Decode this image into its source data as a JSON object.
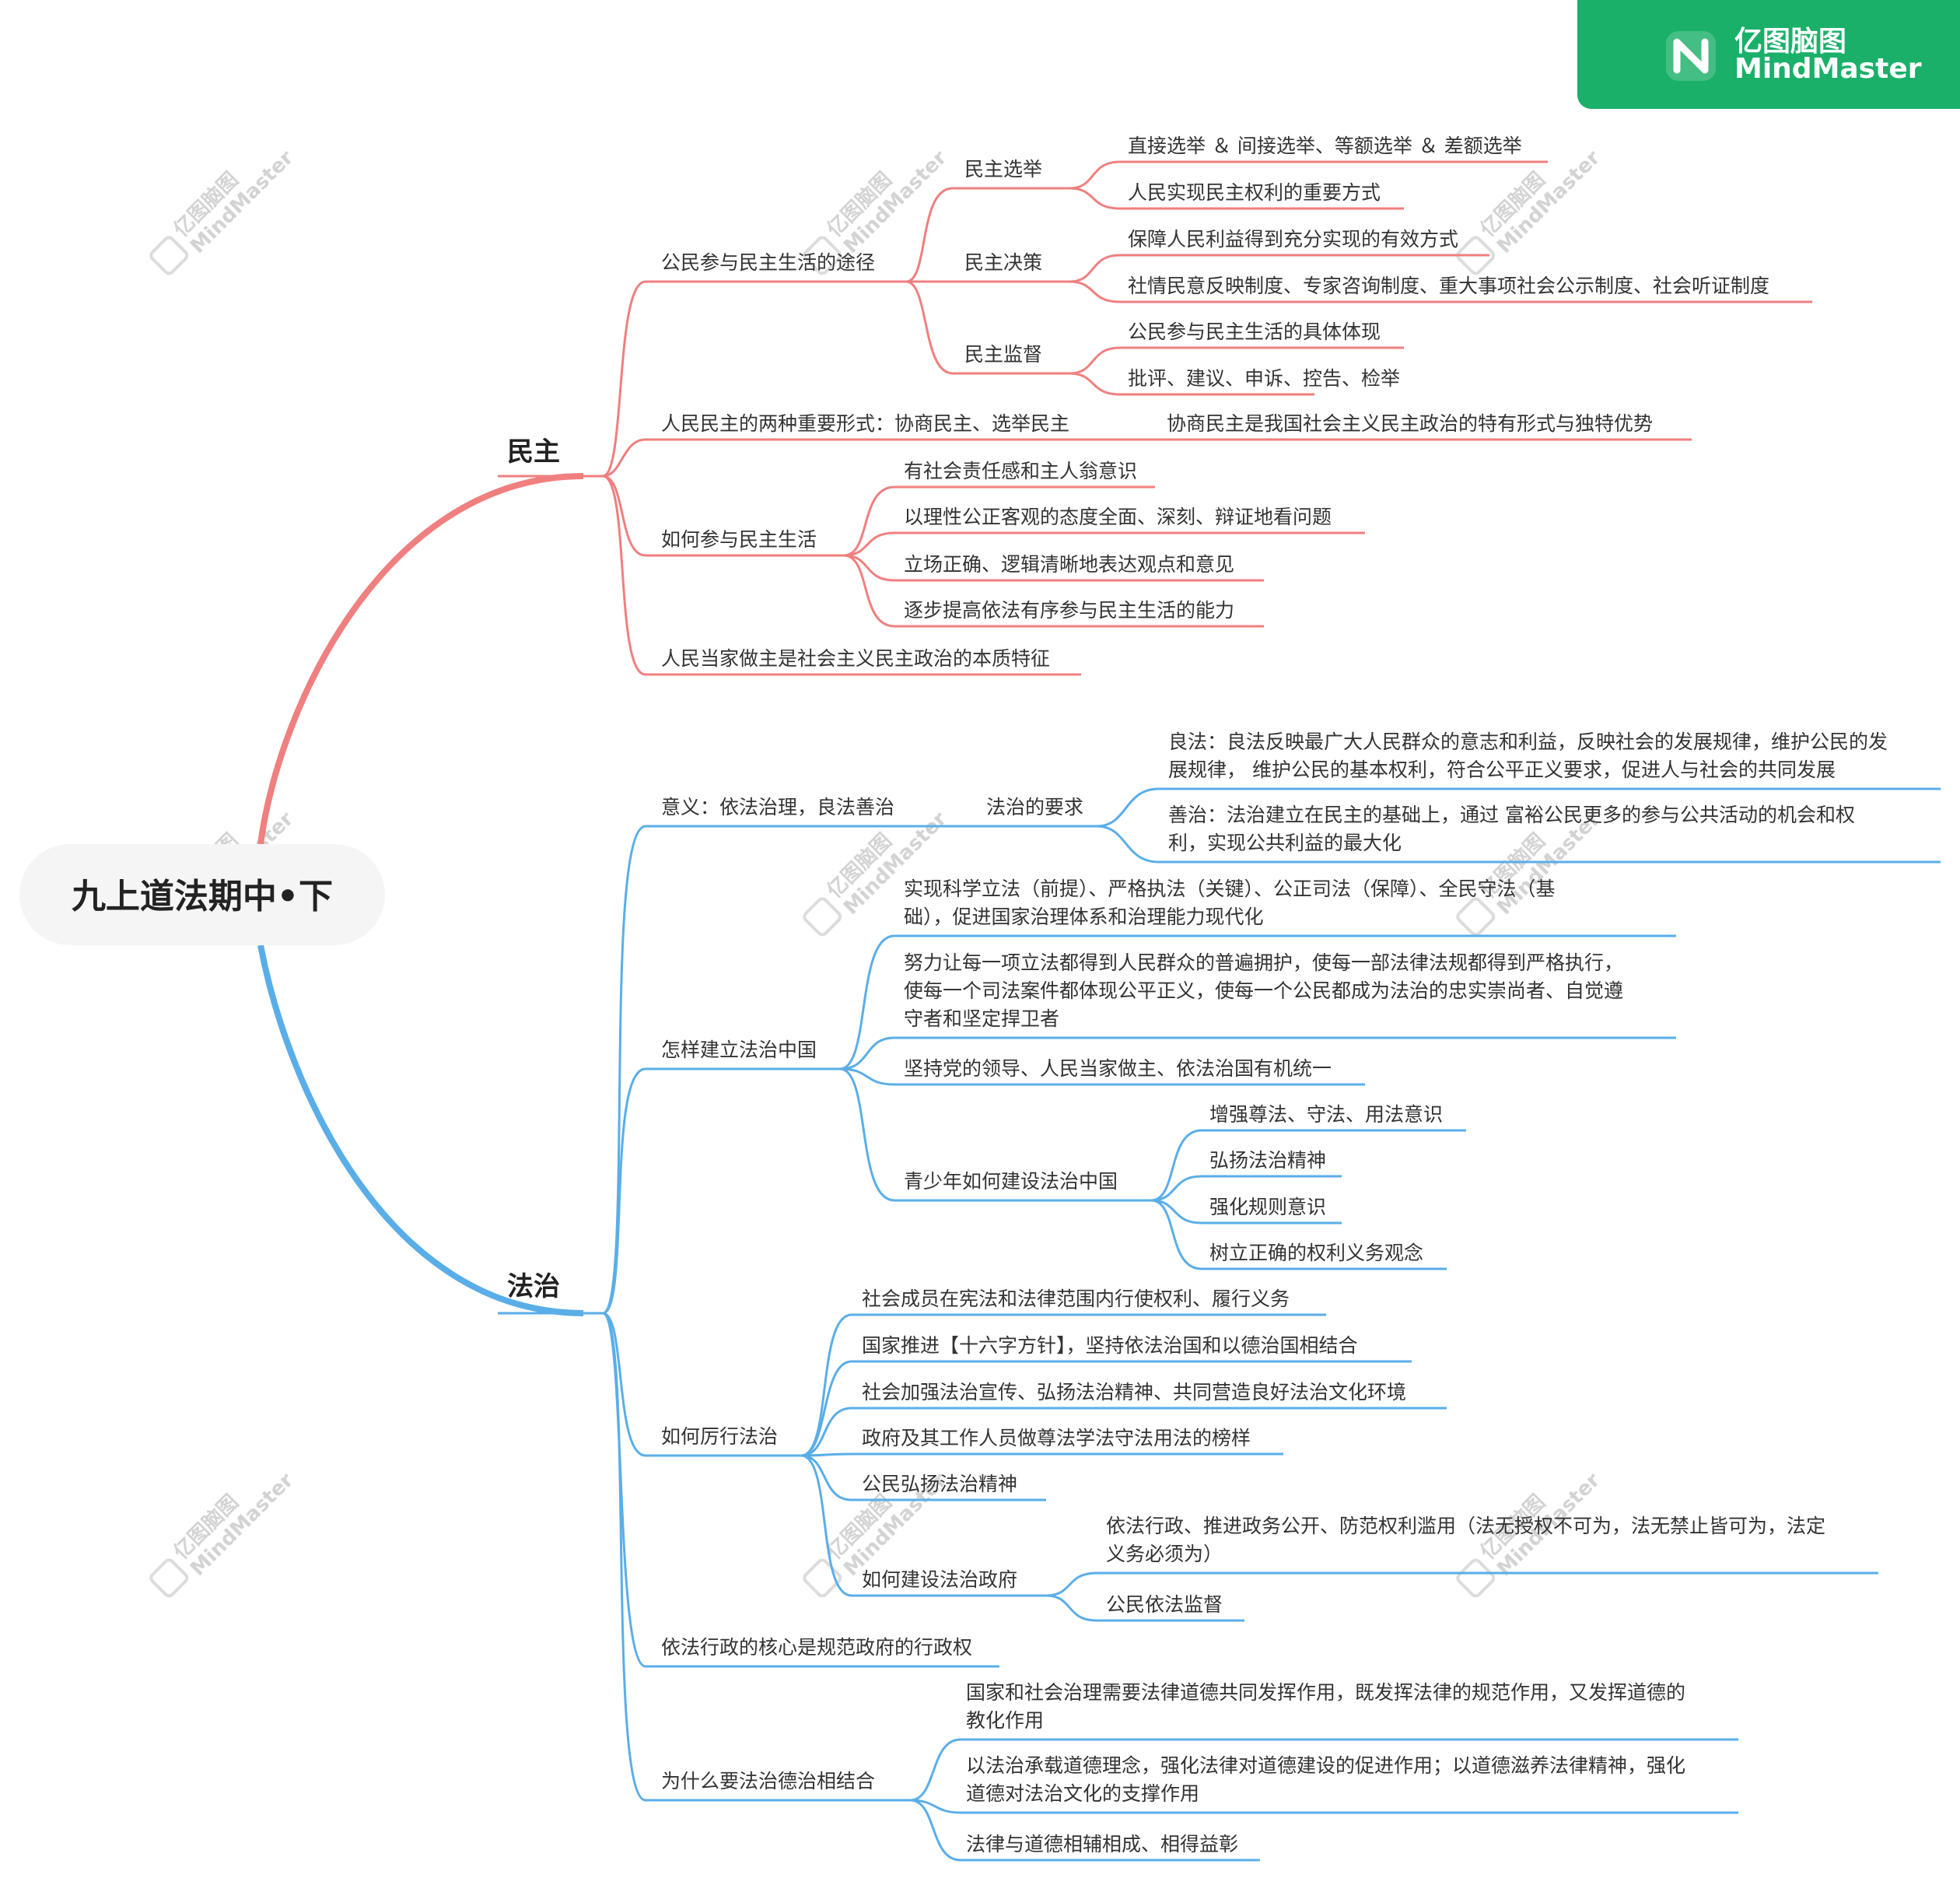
{
  "brand": {
    "name_cn": "亿图脑图",
    "name_en": "MindMaster",
    "color": "#1bb06a",
    "logo_icon": "mindmaster-logo-icon"
  },
  "watermark": {
    "cn": "亿图脑图",
    "en": "MindMaster"
  },
  "colors": {
    "minzhu_branch": "#f07f7f",
    "fazhi_branch": "#5aaee8"
  },
  "mindmap": {
    "root": "九上道法期中•下",
    "minzhu": {
      "label": "民主",
      "n1": "公民参与民主生活的途径",
      "n1_xuanju": "民主选举",
      "n1_xuanju_a": "直接选举 ＆ 间接选举、等额选举 ＆ 差额选举",
      "n1_xuanju_b": "人民实现民主权利的重要方式",
      "n1_juece": "民主决策",
      "n1_juece_a": "保障人民利益得到充分实现的有效方式",
      "n1_juece_b": "社情民意反映制度、专家咨询制度、重大事项社会公示制度、社会听证制度",
      "n1_jiandu": "民主监督",
      "n1_jiandu_a": "公民参与民主生活的具体体现",
      "n1_jiandu_b": "批评、建议、申诉、控告、检举",
      "n2": "人民民主的两种重要形式：协商民主、选举民主",
      "n2_a": "协商民主是我国社会主义民主政治的特有形式与独特优势",
      "n3": "如何参与民主生活",
      "n3_a": "有社会责任感和主人翁意识",
      "n3_b": "以理性公正客观的态度全面、深刻、辩证地看问题",
      "n3_c": "立场正确、逻辑清晰地表达观点和意见",
      "n3_d": "逐步提高依法有序参与民主生活的能力",
      "n4": "人民当家做主是社会主义民主政治的本质特征"
    },
    "fazhi": {
      "label": "法治",
      "n1": "意义：依法治理，良法善治",
      "n1_req": "法治的要求",
      "n1_req_a1": "良法：良法反映最广大人民群众的意志和利益，反映社会的发展规律，维护公民的发",
      "n1_req_a2": "展规律， 维护公民的基本权利，符合公平正义要求，促进人与社会的共同发展",
      "n1_req_b1": "善治：法治建立在民主的基础上，通过 富裕公民更多的参与公共活动的机会和权",
      "n1_req_b2": "利，实现公共利益的最大化",
      "n2": "怎样建立法治中国",
      "n2_a1": "实现科学立法（前提）、严格执法（关键）、公正司法（保障）、全民守法（基",
      "n2_a2": "础），促进国家治理体系和治理能力现代化",
      "n2_b1": "努力让每一项立法都得到人民群众的普遍拥护，使每一部法律法规都得到严格执行，",
      "n2_b2": "使每一个司法案件都体现公平正义，使每一个公民都成为法治的忠实崇尚者、自觉遵",
      "n2_b3": "守者和坚定捍卫者",
      "n2_c": "坚持党的领导、人民当家做主、依法治国有机统一",
      "n2_d": "青少年如何建设法治中国",
      "n2_d_a": "增强尊法、守法、用法意识",
      "n2_d_b": "弘扬法治精神",
      "n2_d_c": "强化规则意识",
      "n2_d_d": "树立正确的权利义务观念",
      "n3": "如何厉行法治",
      "n3_a": "社会成员在宪法和法律范围内行使权利、履行义务",
      "n3_b": "国家推进【十六字方针】，坚持依法治国和以德治国相结合",
      "n3_c": "社会加强法治宣传、弘扬法治精神、共同营造良好法治文化环境",
      "n3_d": "政府及其工作人员做尊法学法守法用法的榜样",
      "n3_e": "公民弘扬法治精神",
      "n3_f": "如何建设法治政府",
      "n3_f_a1": "依法行政、推进政务公开、防范权利滥用（法无授权不可为，法无禁止皆可为，法定",
      "n3_f_a2": "义务必须为）",
      "n3_f_b": "公民依法监督",
      "n4": "依法行政的核心是规范政府的行政权",
      "n5": "为什么要法治德治相结合",
      "n5_a1": "国家和社会治理需要法律道德共同发挥作用，既发挥法律的规范作用，又发挥道德的",
      "n5_a2": "教化作用",
      "n5_b1": "以法治承载道德理念，强化法律对道德建设的促进作用；以道德滋养法律精神，强化",
      "n5_b2": "道德对法治文化的支撑作用",
      "n5_c": "法律与道德相辅相成、相得益彰"
    }
  }
}
